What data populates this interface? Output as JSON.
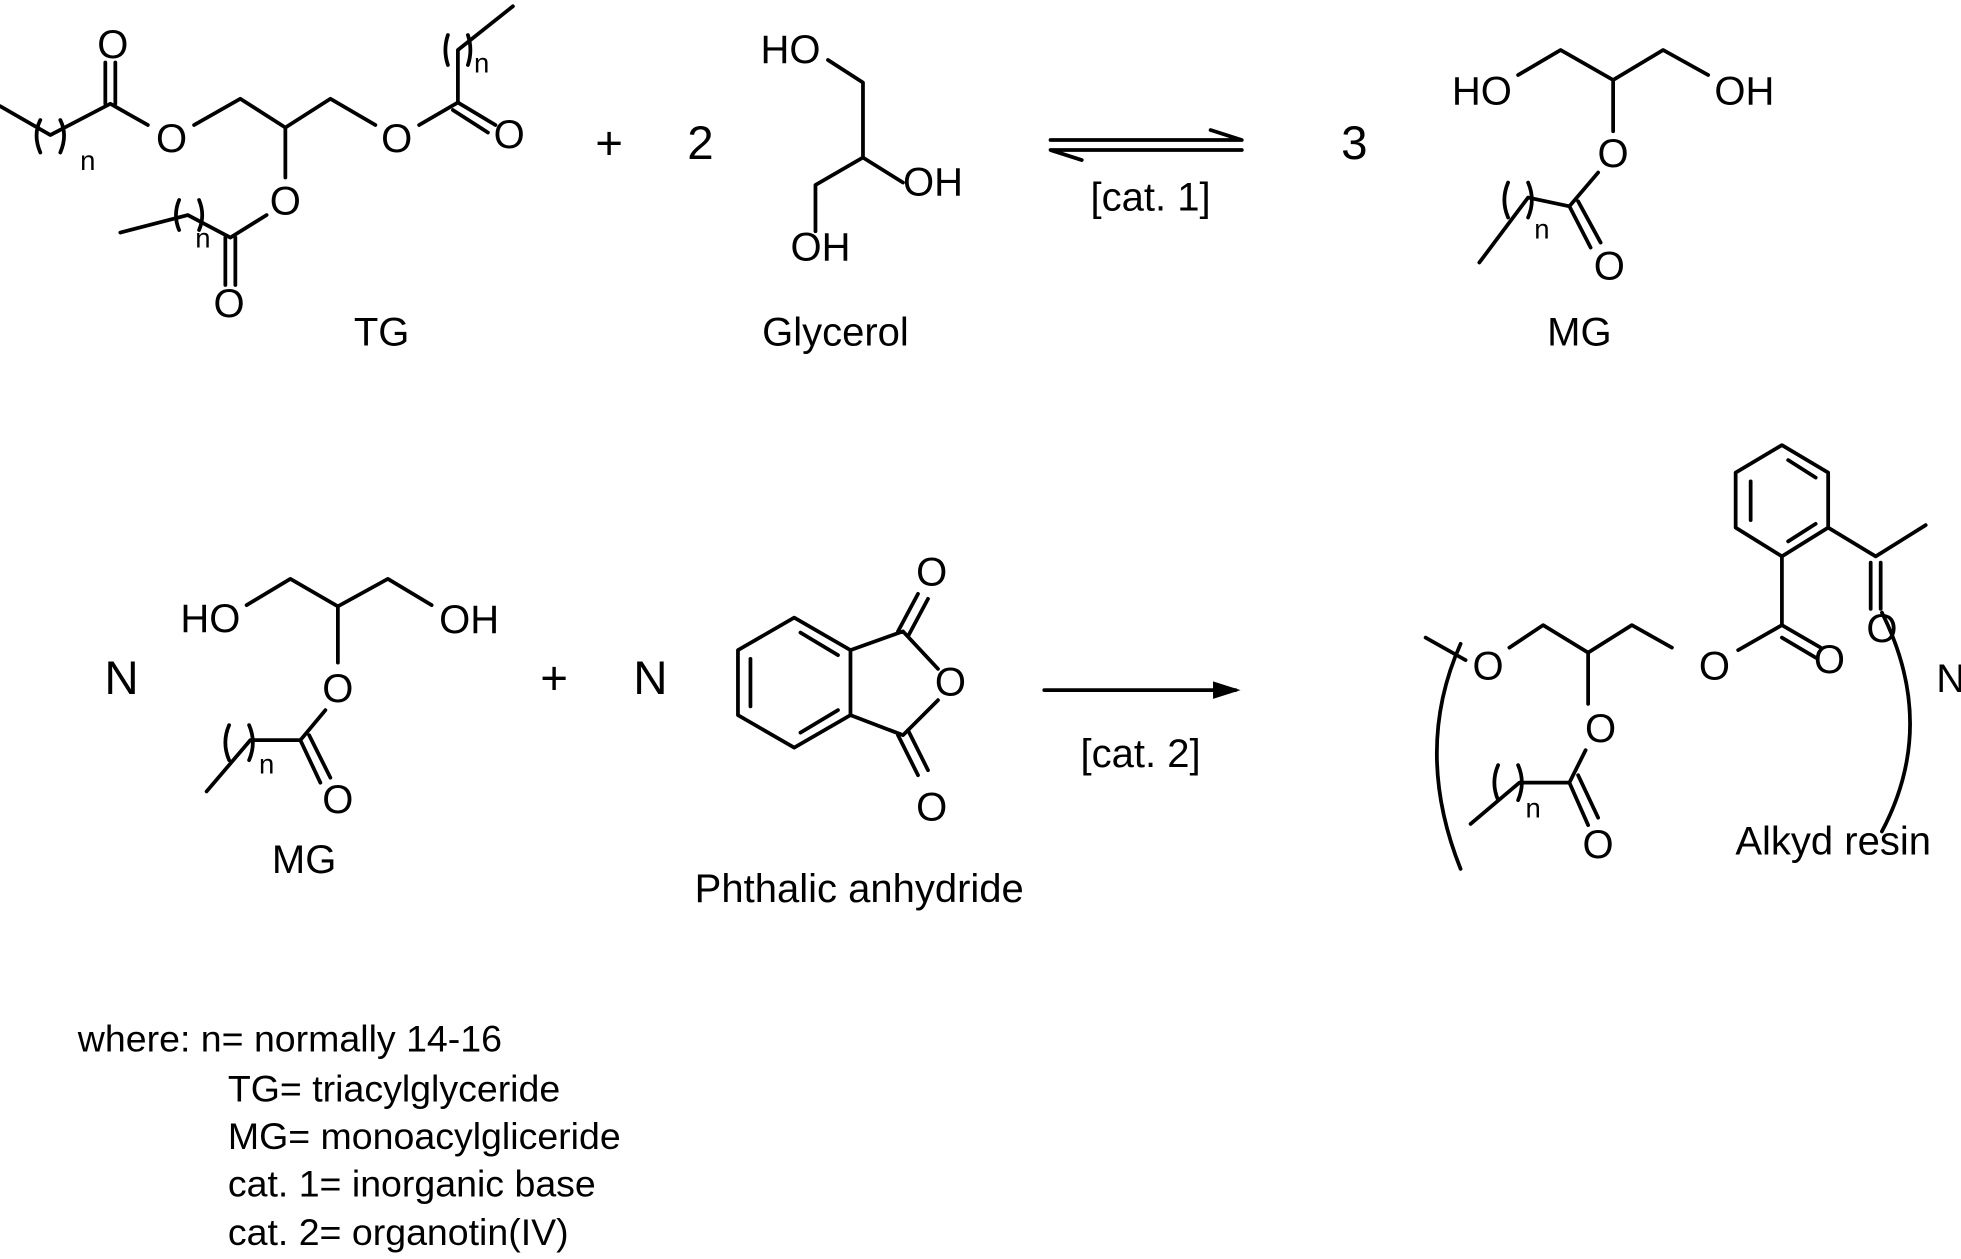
{
  "atoms": {
    "O": "O",
    "HO": "HO",
    "OH": "OH",
    "n": "n",
    "N": "N"
  },
  "reaction1": {
    "reactant1_label": "TG",
    "plus": "+",
    "coef2": "2",
    "reactant2_label": "Glycerol",
    "catalyst": "[cat. 1]",
    "coef3": "3",
    "product_label": "MG"
  },
  "reaction2": {
    "coefN1": "N",
    "reactant1_label": "MG",
    "plus": "+",
    "coefN2": "N",
    "reactant2_label": "Phthalic anhydride",
    "catalyst": "[cat. 2]",
    "product_label": "Alkyd resin",
    "repeat_subscript": "N"
  },
  "legend": {
    "lines": [
      "where: n= normally 14-16",
      "TG= triacylglyceride",
      "MG= monoacylgliceride",
      "cat. 1= inorganic base",
      "cat. 2= organotin(IV)"
    ]
  }
}
